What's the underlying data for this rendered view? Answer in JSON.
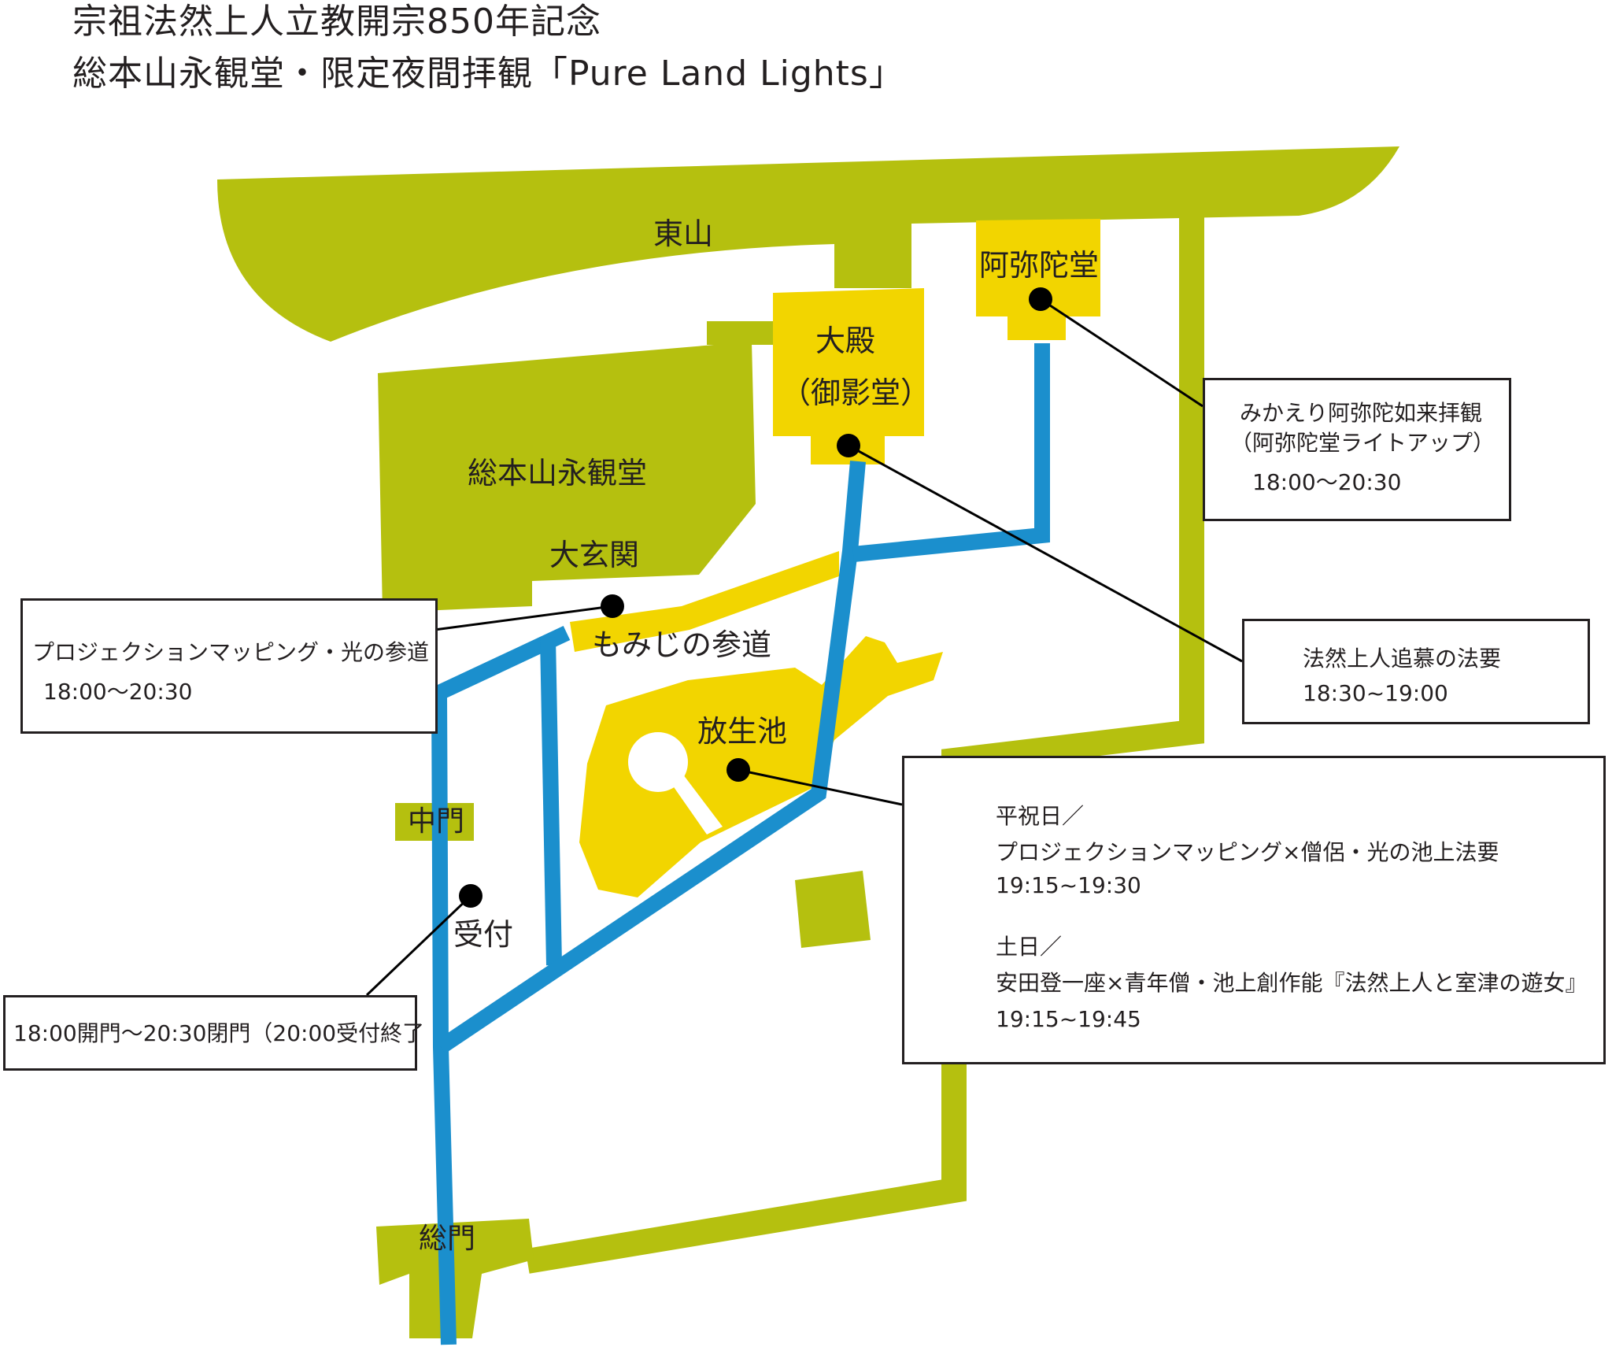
{
  "title": {
    "line1": "宗祖法然上人立教開宗850年記念",
    "line2": "総本山永観堂・限定夜間拝観「Pure Land Lights」"
  },
  "places": {
    "higashiyama": "東山",
    "amidado": "阿弥陀堂",
    "daiden": "大殿",
    "mieido": "（御影堂）",
    "eikando": "総本山永観堂",
    "daigenkan": "大玄関",
    "momiji": "もみじの参道",
    "hojoike": "放生池",
    "chumon": "中門",
    "uketsuke": "受付",
    "somon": "総門"
  },
  "events": {
    "mikaeri": {
      "line1": "みかえり阿弥陀如来拝観",
      "line2": "（阿弥陀堂ライトアップ）",
      "time": "18:00〜20:30"
    },
    "projection_path": {
      "line1": "プロジェクションマッピング・光の参道",
      "time": "18:00〜20:30"
    },
    "memorial": {
      "line1": "法然上人追慕の法要",
      "time": "18:30~19:00"
    },
    "pond": {
      "weekday_label": "平祝日／",
      "weekday_desc": "プロジェクションマッピング×僧侶・光の池上法要",
      "weekday_time": "19:15~19:30",
      "weekend_label": "土日／",
      "weekend_desc": "安田登一座×青年僧・池上創作能『法然上人と室津の遊女』",
      "weekend_time": "19:15~19:45"
    },
    "reception": {
      "line1": "18:00開門〜20:30閉門（20:00受付終了"
    }
  },
  "colors": {
    "ground": "#b5c00f",
    "building": "#f2d500",
    "route": "#1b8fcd",
    "marker": "#000000",
    "text": "#231f20"
  }
}
